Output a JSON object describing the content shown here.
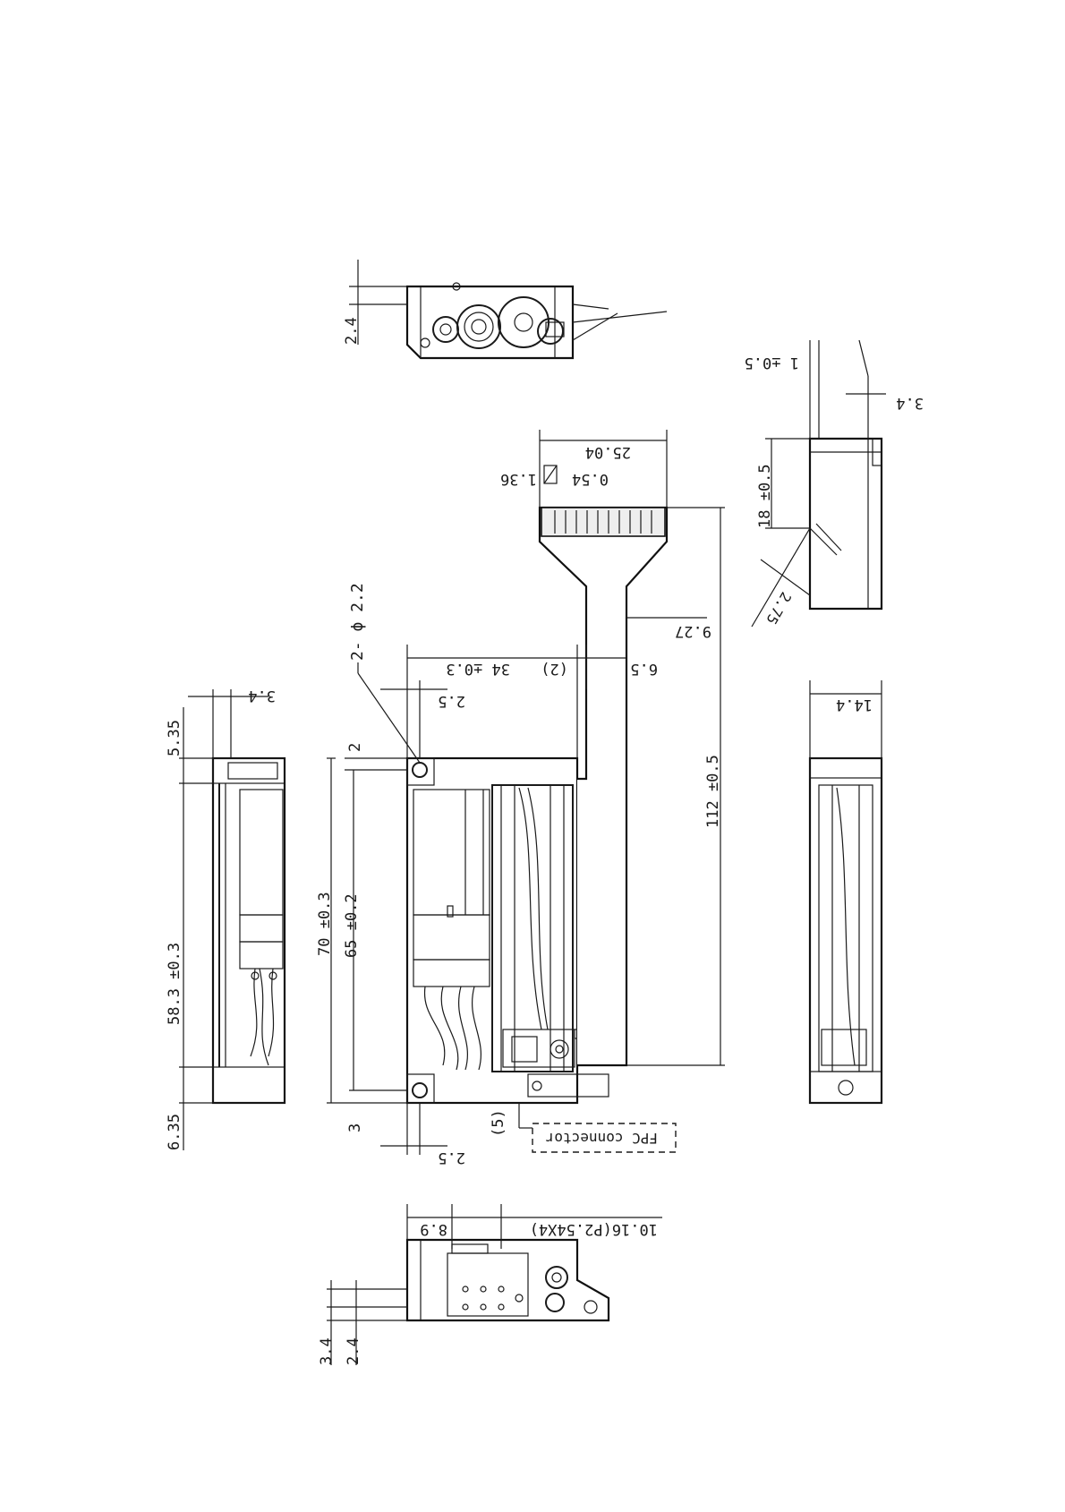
{
  "drawing": {
    "top_view": {
      "dim_2_4": "2.4"
    },
    "left_view": {
      "dim_5_35": "5.35",
      "dim_3_4": "3.4",
      "dim_58_3": "58.3 ±0.3",
      "dim_6_35": "6.35"
    },
    "main_view": {
      "hole_callout": "2- ϕ 2.2",
      "dim_2": "2",
      "dim_2_5_top": "2.5",
      "dim_34": "34 ±0.3",
      "dim_paren_2": "(2)",
      "dim_6_5": "6.5",
      "dim_9_27": "9.27",
      "dim_25_04": "25.04",
      "dim_0_54": "0.54",
      "dim_1_36": "1.36",
      "dim_112": "112 ±0.5",
      "dim_70": "70 ±0.3",
      "dim_65": "65 ±0.2",
      "dim_3": "3",
      "dim_2_5_bottom": "2.5",
      "dim_paren_5": "(5)",
      "fpc_label": "FPC connector"
    },
    "right_view": {
      "dim_1_0_5": "1 ±0.5",
      "dim_3_4": "3.4",
      "dim_18": "18 ±0.5",
      "dim_2_75": "2.75",
      "dim_14_4": "14.4"
    },
    "bottom_view": {
      "dim_10_16": "10.16(P2.54X4)",
      "dim_8_9": "8.9",
      "dim_3_4": "3.4",
      "dim_2_4": "2.4"
    }
  }
}
